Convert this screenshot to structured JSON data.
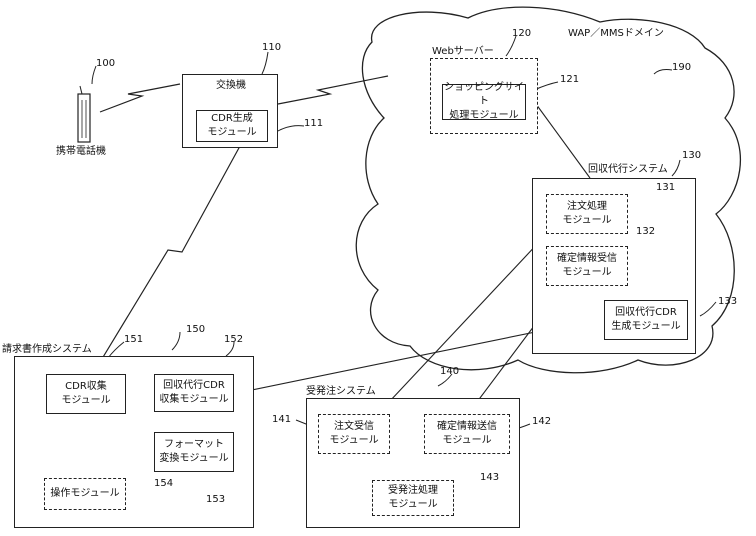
{
  "phone": {
    "id": "100",
    "label": "携帯電話機"
  },
  "exchange": {
    "id": "110",
    "title": "交換機",
    "cdr_module": {
      "id": "111",
      "line1": "CDR生成",
      "line2": "モジュール"
    }
  },
  "wap_domain": {
    "id": "190",
    "label": "WAP／MMSドメイン"
  },
  "web_server": {
    "id": "120",
    "title": "Webサーバー",
    "shop_module": {
      "id": "121",
      "line1": "ショッピングサイト",
      "line2": "処理モジュール"
    }
  },
  "collection": {
    "id": "130",
    "title": "回収代行システム",
    "order_module": {
      "id": "131",
      "line1": "注文処理",
      "line2": "モジュール"
    },
    "confirm_module": {
      "id": "132",
      "line1": "確定情報受信",
      "line2": "モジュール"
    },
    "cdr_gen": {
      "id": "133",
      "line1": "回収代行CDR",
      "line2": "生成モジュール"
    }
  },
  "billing": {
    "id": "150",
    "title": "請求書作成システム",
    "cdr_collect": {
      "id": "151",
      "line1": "CDR収集",
      "line2": "モジュール"
    },
    "agency_cdr": {
      "id": "152",
      "line1": "回収代行CDR",
      "line2": "収集モジュール"
    },
    "format": {
      "id": "153",
      "line1": "フォーマット",
      "line2": "変換モジュール"
    },
    "control": {
      "id": "154",
      "label": "操作モジュール"
    }
  },
  "ordering": {
    "id": "140",
    "title": "受発注システム",
    "order_recv": {
      "id": "141",
      "line1": "注文受信",
      "line2": "モジュール"
    },
    "confirm_send": {
      "id": "142",
      "line1": "確定情報送信",
      "line2": "モジュール"
    },
    "order_proc": {
      "id": "143",
      "line1": "受発注処理",
      "line2": "モジュール"
    }
  }
}
